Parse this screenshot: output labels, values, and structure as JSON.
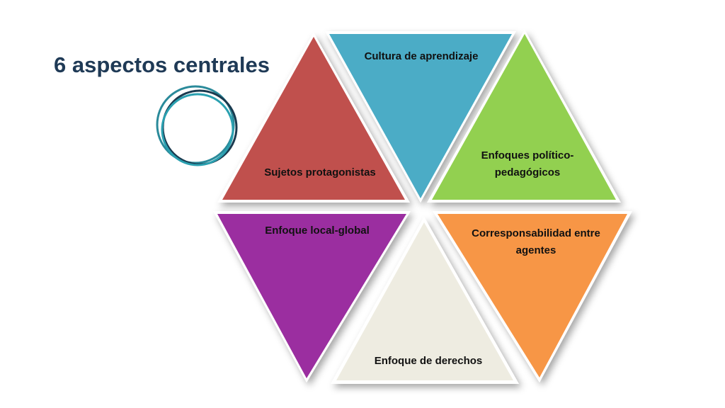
{
  "title": "6 aspectos centrales",
  "segments": [
    {
      "label": "Sujetos protagonistas",
      "color": "#c0504d"
    },
    {
      "label": "Cultura de aprendizaje",
      "color": "#4bacc6"
    },
    {
      "label": "Enfoques político-pedagógicos",
      "color": "#92d050"
    },
    {
      "label": "Enfoque local-global",
      "color": "#9b2ea0"
    },
    {
      "label": "Enfoque de derechos",
      "color": "#eeece1"
    },
    {
      "label": "Corresponsabilidad entre agentes",
      "color": "#f79646"
    }
  ],
  "rings_icon": "interlocking-rings-icon"
}
